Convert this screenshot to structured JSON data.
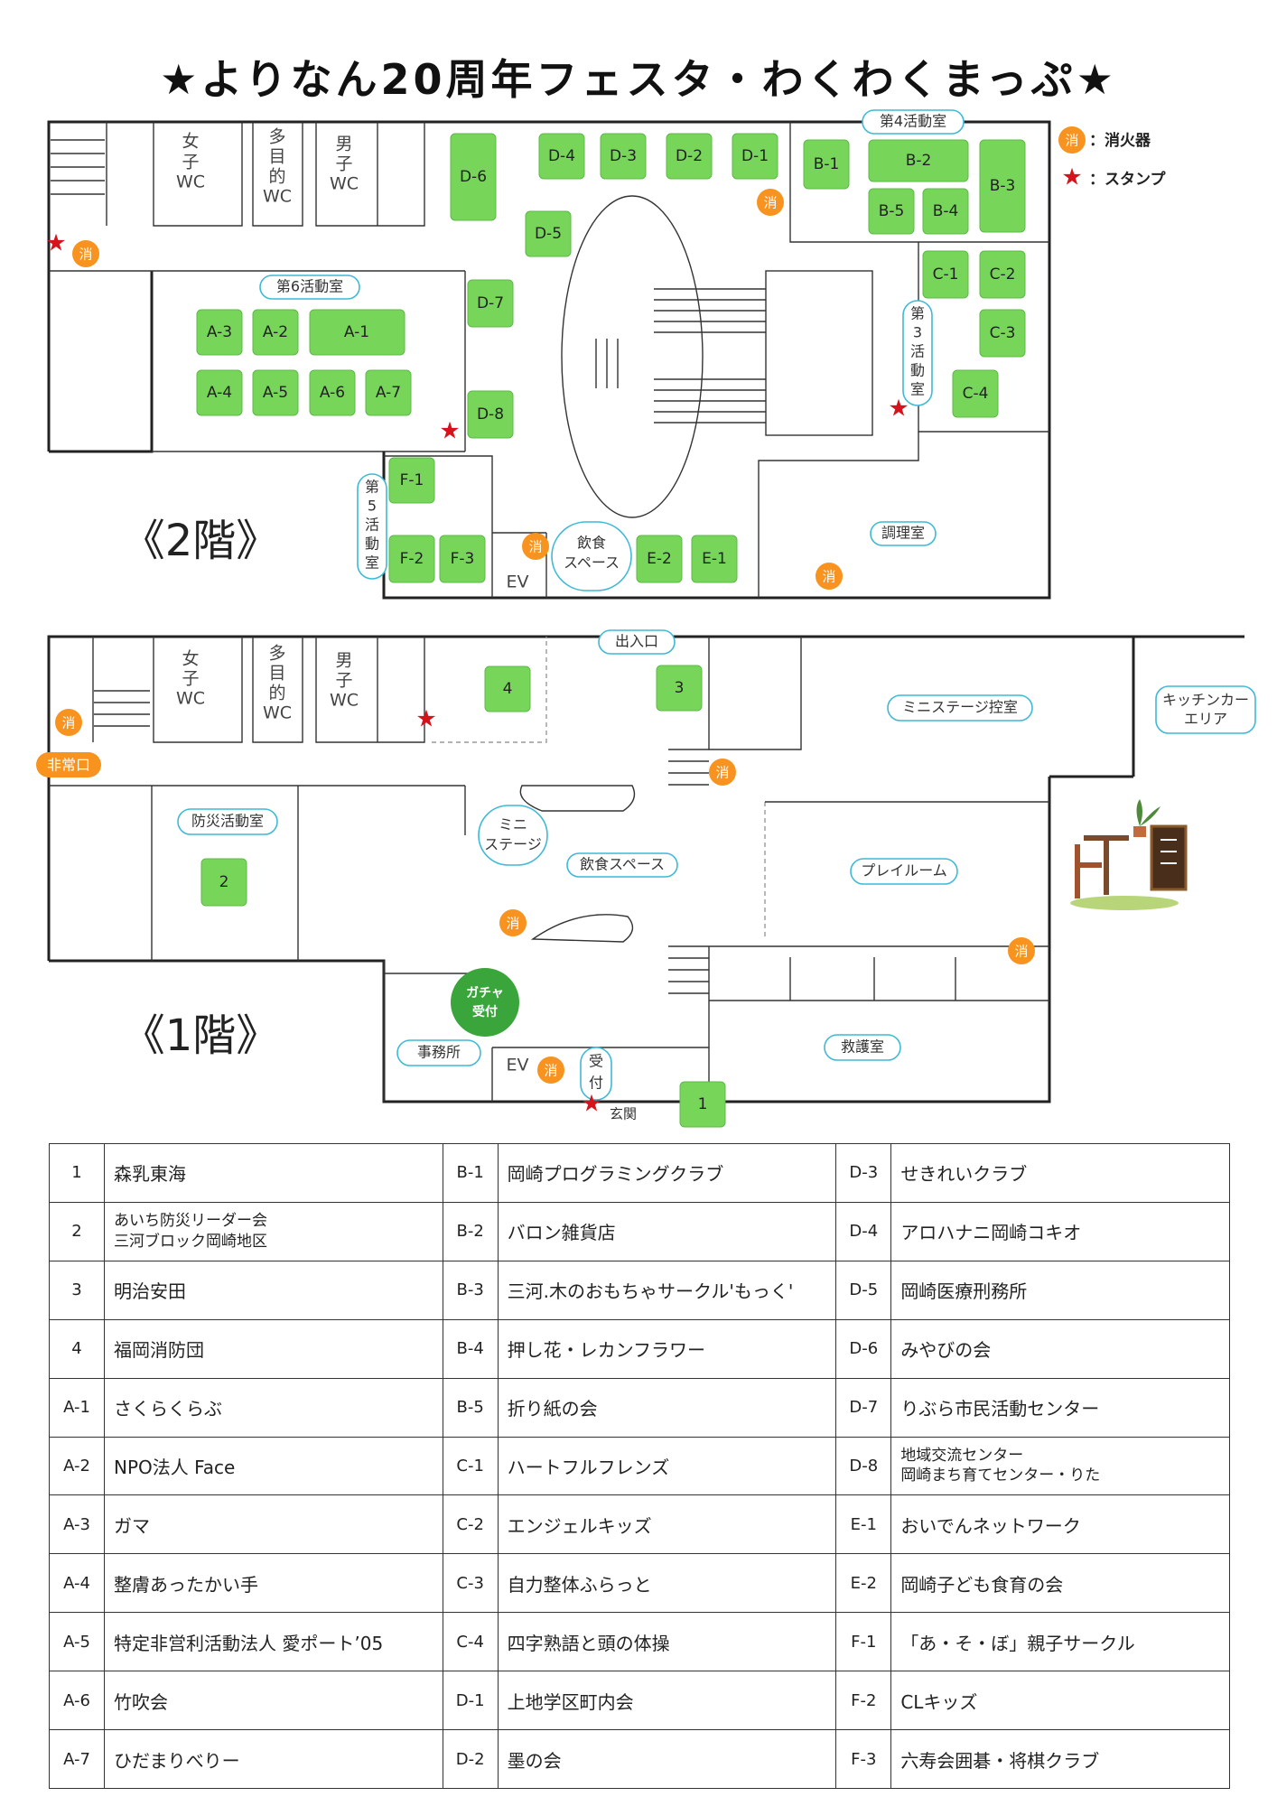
{
  "title": "★よりなん20周年フェスタ・わくわくまっぷ★",
  "legend": {
    "extinguisher_symbol": "消",
    "extinguisher_label": "：消火器",
    "stamp_label": "：スタンプ"
  },
  "floor2": {
    "label": "《2階》",
    "rooms": {
      "women_wc": [
        "女",
        "子",
        "WC"
      ],
      "multi_wc": [
        "多",
        "目",
        "的",
        "WC"
      ],
      "men_wc": [
        "男",
        "子",
        "WC"
      ],
      "room6": "第6活動室",
      "room4": "第4活動室",
      "room3": [
        "第",
        "3",
        "活",
        "動",
        "室"
      ],
      "room5": [
        "第",
        "5",
        "活",
        "動",
        "室"
      ],
      "food_space": [
        "飲食",
        "スペース"
      ],
      "ev": "EV",
      "kitchen": "調理室"
    },
    "booths": [
      "A-1",
      "A-2",
      "A-3",
      "A-4",
      "A-5",
      "A-6",
      "A-7",
      "B-1",
      "B-2",
      "B-3",
      "B-4",
      "B-5",
      "C-1",
      "C-2",
      "C-3",
      "C-4",
      "D-1",
      "D-2",
      "D-3",
      "D-4",
      "D-5",
      "D-6",
      "D-7",
      "D-8",
      "E-1",
      "E-2",
      "F-1",
      "F-2",
      "F-3"
    ]
  },
  "floor1": {
    "label": "《1階》",
    "rooms": {
      "women_wc": [
        "女",
        "子",
        "WC"
      ],
      "multi_wc": [
        "多",
        "目",
        "的",
        "WC"
      ],
      "men_wc": [
        "男",
        "子",
        "WC"
      ],
      "entrance_exit": "出入口",
      "mini_stage_room": "ミニステージ控室",
      "kitchen_car": [
        "キッチンカー",
        "エリア"
      ],
      "emergency_exit": "非常口",
      "disaster_room": "防災活動室",
      "mini_stage": [
        "ミニ",
        "ステージ"
      ],
      "food_space": "飲食スペース",
      "play_room": "プレイルーム",
      "gacha": [
        "ガチャ",
        "受付"
      ],
      "office": "事務所",
      "ev": "EV",
      "reception": [
        "受",
        "付"
      ],
      "first_aid": "救護室",
      "front_door": "玄関"
    },
    "booths": [
      "1",
      "2",
      "3",
      "4"
    ]
  },
  "directory": [
    [
      {
        "code": "1",
        "name": [
          "森乳東海"
        ]
      },
      {
        "code": "B-1",
        "name": [
          "岡崎プログラミングクラブ"
        ]
      },
      {
        "code": "D-3",
        "name": [
          "せきれいクラブ"
        ]
      }
    ],
    [
      {
        "code": "2",
        "name": [
          "あいち防災リーダー会",
          "三河ブロック岡崎地区"
        ]
      },
      {
        "code": "B-2",
        "name": [
          "バロン雑貨店"
        ]
      },
      {
        "code": "D-4",
        "name": [
          "アロハナニ岡崎コキオ"
        ]
      }
    ],
    [
      {
        "code": "3",
        "name": [
          "明治安田"
        ]
      },
      {
        "code": "B-3",
        "name": [
          "三河.木のおもちゃサークル'もっく'"
        ]
      },
      {
        "code": "D-5",
        "name": [
          "岡崎医療刑務所"
        ]
      }
    ],
    [
      {
        "code": "4",
        "name": [
          "福岡消防団"
        ]
      },
      {
        "code": "B-4",
        "name": [
          "押し花・レカンフラワー"
        ]
      },
      {
        "code": "D-6",
        "name": [
          "みやびの会"
        ]
      }
    ],
    [
      {
        "code": "A-1",
        "name": [
          "さくらくらぶ"
        ]
      },
      {
        "code": "B-5",
        "name": [
          "折り紙の会"
        ]
      },
      {
        "code": "D-7",
        "name": [
          "りぶら市民活動センター"
        ]
      }
    ],
    [
      {
        "code": "A-2",
        "name": [
          "NPO法人 Face"
        ]
      },
      {
        "code": "C-1",
        "name": [
          "ハートフルフレンズ"
        ]
      },
      {
        "code": "D-8",
        "name": [
          "地域交流センター",
          "岡崎まち育てセンター・りた"
        ]
      }
    ],
    [
      {
        "code": "A-3",
        "name": [
          "ガマ"
        ]
      },
      {
        "code": "C-2",
        "name": [
          "エンジェルキッズ"
        ]
      },
      {
        "code": "E-1",
        "name": [
          "おいでんネットワーク"
        ]
      }
    ],
    [
      {
        "code": "A-4",
        "name": [
          "整膚あったかい手"
        ]
      },
      {
        "code": "C-3",
        "name": [
          "自力整体ふらっと"
        ]
      },
      {
        "code": "E-2",
        "name": [
          "岡崎子ども食育の会"
        ]
      }
    ],
    [
      {
        "code": "A-5",
        "name": [
          "特定非営利活動法人 愛ポート’05"
        ]
      },
      {
        "code": "C-4",
        "name": [
          "四字熟語と頭の体操"
        ]
      },
      {
        "code": "F-1",
        "name": [
          "「あ・そ・ぼ」親子サークル"
        ]
      }
    ],
    [
      {
        "code": "A-6",
        "name": [
          "竹吹会"
        ]
      },
      {
        "code": "D-1",
        "name": [
          "上地学区町内会"
        ]
      },
      {
        "code": "F-2",
        "name": [
          "CLキッズ"
        ]
      }
    ],
    [
      {
        "code": "A-7",
        "name": [
          "ひだまりべりー"
        ]
      },
      {
        "code": "D-2",
        "name": [
          "墨の会"
        ]
      },
      {
        "code": "F-3",
        "name": [
          "六寿会囲碁・将棋クラブ"
        ]
      }
    ]
  ]
}
